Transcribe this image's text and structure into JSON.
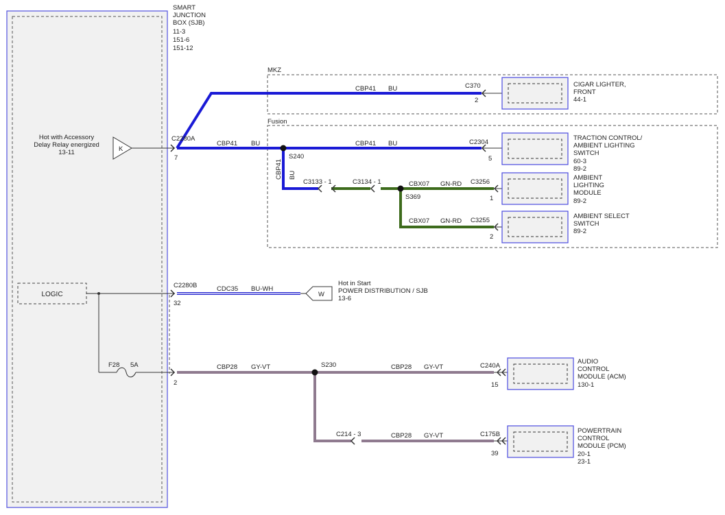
{
  "sjb": {
    "title_lines": [
      "SMART",
      "JUNCTION",
      "BOX (SJB)",
      "11-3",
      "151-6",
      "151-12"
    ],
    "accessory_label_lines": [
      "Hot with Accessory",
      "Delay Relay energized",
      "13-11"
    ],
    "k_symbol": "K",
    "logic_label": "LOGIC"
  },
  "fuse": {
    "name": "F28",
    "rating": "5A"
  },
  "sections": {
    "mkz": "MKZ",
    "fusion": "Fusion"
  },
  "connectors": {
    "c2280a": {
      "name": "C2280A",
      "pin": "7"
    },
    "c2280b": {
      "name": "C2280B",
      "pin": "32"
    },
    "sjb_pin2": {
      "pin": "2"
    },
    "c370": {
      "name": "C370",
      "pin": "2"
    },
    "c2304": {
      "name": "C2304",
      "pin": "5"
    },
    "c3256": {
      "name": "C3256",
      "pin": "1"
    },
    "c3255": {
      "name": "C3255",
      "pin": "2"
    },
    "c3133": {
      "name": "C3133 - 1"
    },
    "c3134": {
      "name": "C3134 - 1"
    },
    "c240a": {
      "name": "C240A",
      "pin": "15"
    },
    "c175b": {
      "name": "C175B",
      "pin": "39"
    },
    "c214": {
      "name": "C214 - 3"
    }
  },
  "splices": {
    "s240": "S240",
    "s369": "S369",
    "s230": "S230"
  },
  "wires": {
    "cbp41_main": {
      "circuit": "CBP41",
      "color": "BU"
    },
    "cbp41_mkz": {
      "circuit": "CBP41",
      "color": "BU"
    },
    "cbp41_fusion": {
      "circuit": "CBP41",
      "color": "BU"
    },
    "cbp41_vertical": {
      "circuit": "CBP41",
      "color": "BU"
    },
    "cbx07_upper": {
      "circuit": "CBX07",
      "color": "GN-RD"
    },
    "cbx07_lower": {
      "circuit": "CBX07",
      "color": "GN-RD"
    },
    "cdc35": {
      "circuit": "CDC35",
      "color": "BU-WH"
    },
    "cbp28_main": {
      "circuit": "CBP28",
      "color": "GY-VT"
    },
    "cbp28_acm": {
      "circuit": "CBP28",
      "color": "GY-VT"
    },
    "cbp28_pcm": {
      "circuit": "CBP28",
      "color": "GY-VT"
    }
  },
  "power_dist": {
    "w_symbol": "W",
    "label_lines": [
      "Hot in Start",
      "POWER DISTRIBUTION / SJB",
      "13-6"
    ]
  },
  "components": {
    "cigar_lighter": {
      "lines": [
        "CIGAR LIGHTER,",
        "FRONT",
        "44-1"
      ]
    },
    "traction_control": {
      "lines": [
        "TRACTION CONTROL/",
        "AMBIENT LIGHTING",
        "SWITCH",
        "60-3",
        "89-2"
      ]
    },
    "ambient_lighting": {
      "lines": [
        "AMBIENT",
        "LIGHTING",
        "MODULE",
        "89-2"
      ]
    },
    "ambient_select": {
      "lines": [
        "AMBIENT SELECT",
        "SWITCH",
        "89-2"
      ]
    },
    "acm": {
      "lines": [
        "AUDIO",
        "CONTROL",
        "MODULE (ACM)",
        "130-1"
      ]
    },
    "pcm": {
      "lines": [
        "POWERTRAIN",
        "CONTROL",
        "MODULE (PCM)",
        "20-1",
        "23-1"
      ]
    }
  },
  "colors": {
    "blue_wire": "#1a1ad6",
    "green_wire": "#3d6b1c",
    "gray_violet_wire": "#8f7a8f",
    "bu_wh_wire": "#2a2ad0",
    "box_border": "#4a4ae0",
    "box_fill": "#f1f1f1",
    "dashed": "#555555"
  }
}
